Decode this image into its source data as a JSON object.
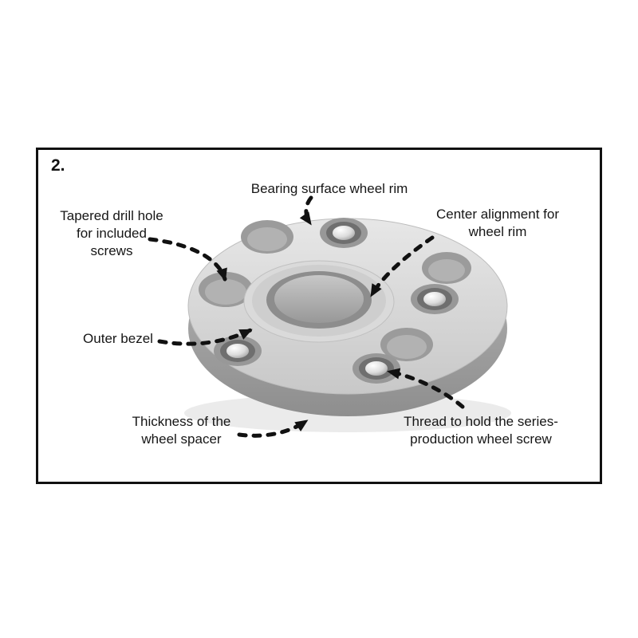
{
  "figure": {
    "number": "2."
  },
  "labels": {
    "bearing_surface": {
      "line1": "Bearing surface wheel rim"
    },
    "tapered_drill": {
      "line1": "Tapered drill hole",
      "line2": "for included",
      "line3": "screws"
    },
    "center_alignment": {
      "line1": "Center alignment for",
      "line2": "wheel rim"
    },
    "outer_bezel": {
      "line1": "Outer bezel"
    },
    "thickness": {
      "line1": "Thickness of the",
      "line2": "wheel spacer"
    },
    "thread": {
      "line1": "Thread to hold the series-",
      "line2": "production wheel screw"
    }
  }
}
